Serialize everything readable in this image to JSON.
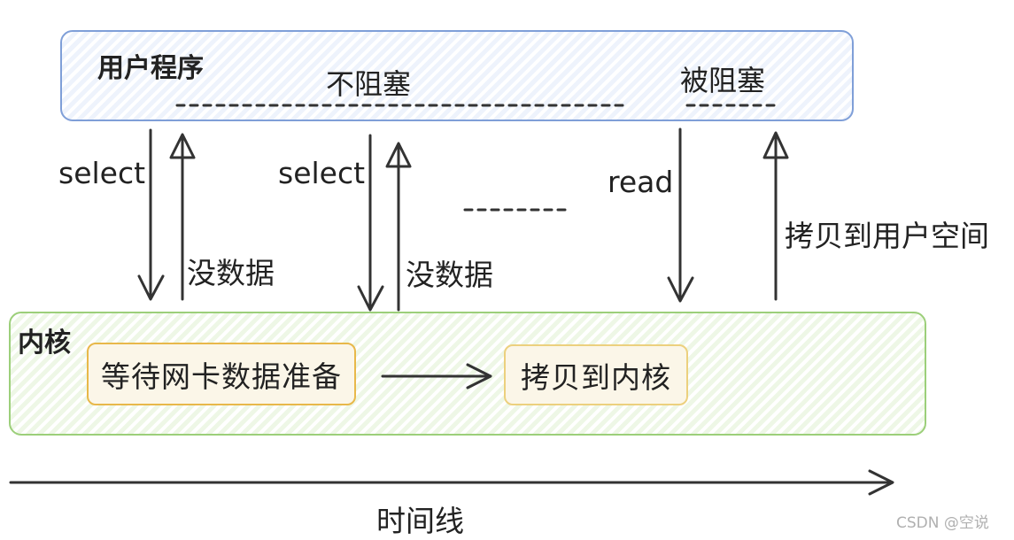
{
  "user_program": {
    "title": "用户程序",
    "non_blocking": "不阻塞",
    "blocked": "被阻塞"
  },
  "kernel": {
    "title": "内核",
    "wait_step": "等待网卡数据准备",
    "copy_step": "拷贝到内核"
  },
  "calls": {
    "select_1": "select",
    "select_2": "select",
    "read": "read"
  },
  "returns": {
    "no_data_1": "没数据",
    "no_data_2": "没数据",
    "copy_to_user": "拷贝到用户空间"
  },
  "timeline": {
    "label": "时间线"
  },
  "watermark": "CSDN @空说",
  "colors": {
    "user_border": "#7f9fd8",
    "kernel_border": "#9ccf7a",
    "step_border": "#e8b84a"
  }
}
